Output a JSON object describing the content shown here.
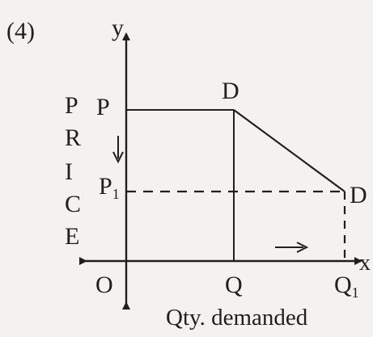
{
  "figure": {
    "number_label": "(4)",
    "colors": {
      "background": "#f3f2ee",
      "ink": "#1f1f1f"
    }
  },
  "axes": {
    "y_axis_letter": "y",
    "x_axis_letter": "x",
    "origin_label": "O",
    "y_axis_caption_letters": [
      "P",
      "R",
      "I",
      "C",
      "E"
    ],
    "x_axis_caption": "Qty. demanded"
  },
  "price_levels": [
    {
      "label_main": "P",
      "label_sub": ""
    },
    {
      "label_main": "P",
      "label_sub": "1"
    }
  ],
  "quantity_levels": [
    {
      "label_main": "Q",
      "label_sub": ""
    },
    {
      "label_main": "Q",
      "label_sub": "1"
    }
  ],
  "curve_points": [
    {
      "label": "D"
    },
    {
      "label": "D"
    }
  ]
}
